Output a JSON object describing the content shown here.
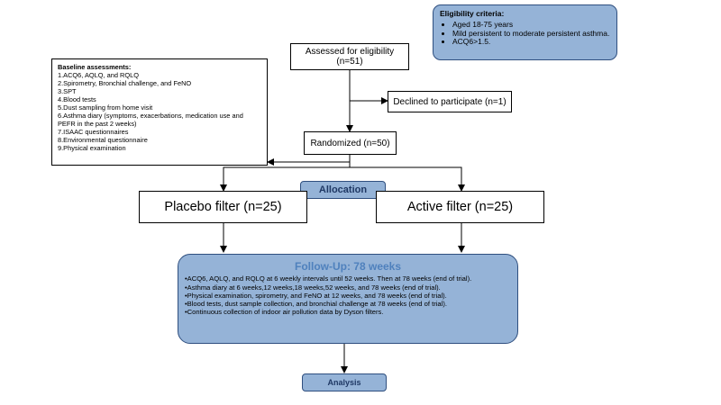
{
  "eligibility_criteria": {
    "title": "Eligibility criteria:",
    "items": [
      "Aged 18-75 years",
      "Mild persistent to moderate persistent asthma.",
      "ACQ6>1.5."
    ]
  },
  "assessed": "Assessed for eligibility (n=51)",
  "declined": "Declined to participate (n=1)",
  "randomized": "Randomized (n=50)",
  "baseline": {
    "title": "Baseline assessments:",
    "items": [
      "1.ACQ6, AQLQ, and RQLQ",
      "2.Spirometry, Bronchial challenge, and FeNO",
      "3.SPT",
      "4.Blood tests",
      "5.Dust sampling from home visit",
      "6.Asthma diary (symptoms, exacerbations, medication use and PEFR in the past 2 weeks)",
      "7.ISAAC questionnaires",
      "8.Environmental  questionnaire",
      "9.Physical examination"
    ]
  },
  "allocation": "Allocation",
  "placebo": "Placebo filter (n=25)",
  "active": "Active filter (n=25)",
  "followup": {
    "title": "Follow-Up:  78 weeks",
    "items": [
      "•ACQ6,  AQLQ, and RQLQ at 6 weekly intervals until 52 weeks. Then at 78 weeks (end of trial).",
      "•Asthma diary at 6 weeks,12 weeks,18 weeks,52 weeks, and 78 weeks (end of trial).",
      "•Physical examination,  spirometry, and FeNO at 12 weeks,  and 78 weeks (end of trial).",
      "•Blood tests, dust sample collection, and bronchial challenge at 78 weeks (end of trial).",
      "•Continuous collection of indoor air pollution data by Dyson filters."
    ]
  },
  "analysis": "Analysis",
  "colors": {
    "box_fill": "#95b3d7",
    "box_border": "#2f4f7f",
    "title_blue": "#4f81bd",
    "dark_blue": "#1f3864"
  }
}
